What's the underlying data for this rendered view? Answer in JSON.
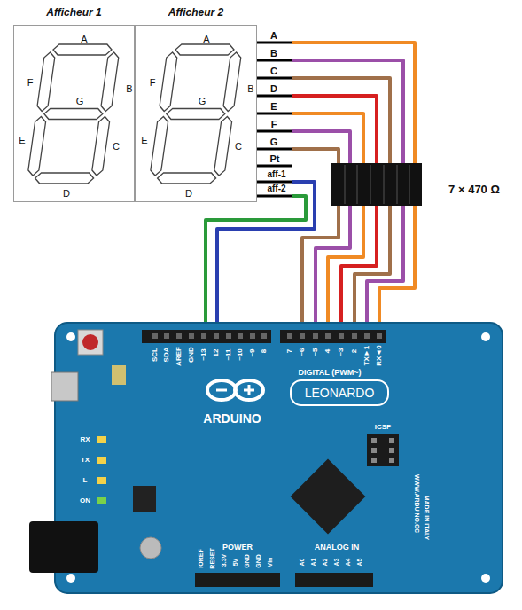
{
  "diagram": {
    "nodes": [
      {
        "text": [
          "Afficheur 1"
        ]
      },
      {
        "text": [
          "Afficheur 2"
        ]
      }
    ],
    "labels": [
      "A",
      "F",
      "G",
      "B",
      "E",
      "C",
      "D",
      "A",
      "F",
      "G",
      "B",
      "E",
      "C",
      "D",
      "A",
      "B",
      "C",
      "D",
      "E",
      "F",
      "G",
      "Pt",
      "aff-1",
      "aff-2",
      "7 × 470 Ω",
      "SCL",
      "SDA",
      "AREF",
      "GND",
      "~13",
      "12",
      "~11",
      "~10",
      "~9",
      "8",
      "7",
      "~6",
      "~5",
      "4",
      "~3",
      "2",
      "TX►1",
      "RX◄0",
      "DIGITAL (PWM~)",
      "ARDUINO",
      "LEONARDO",
      "RX",
      "TX",
      "L",
      "ON",
      "ICSP",
      "POWER",
      "ANALOG IN",
      "IOREF",
      "RESET",
      "3.3V",
      "5V",
      "GND",
      "GND",
      "Vin",
      "A0",
      "A1",
      "A2",
      "A3",
      "A4",
      "A5",
      "WWW.ARDUINO.CC",
      "MADE IN ITALY"
    ]
  }
}
